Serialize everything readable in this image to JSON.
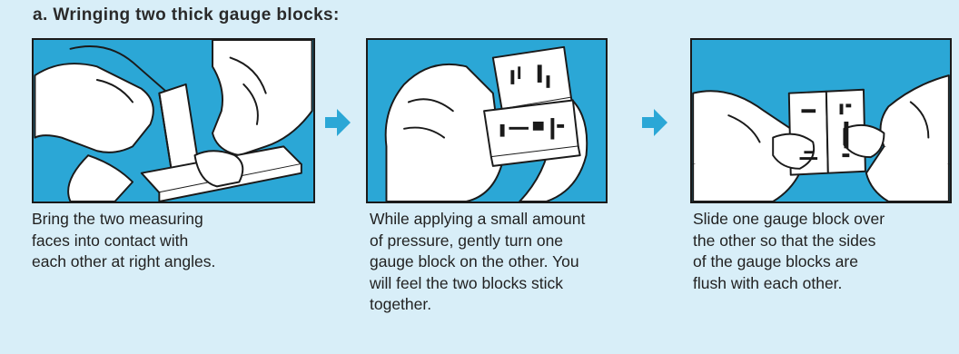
{
  "title": "a. Wringing two thick gauge blocks:",
  "steps": [
    {
      "caption_lines": [
        "Bring the two measuring",
        "faces into contact with",
        "each other at right angles."
      ]
    },
    {
      "caption_lines": [
        "While applying a small amount",
        "of pressure, gently turn one",
        "gauge block on the other. You",
        "will feel the two blocks stick",
        "together."
      ]
    },
    {
      "caption_lines": [
        "Slide one gauge block over",
        "the other so that the sides",
        "of the gauge blocks are",
        "flush with each other."
      ]
    }
  ],
  "colors": {
    "background": "#d8eef8",
    "panel_fill": "#2ba7d6",
    "arrow": "#2ba7d6",
    "outline": "#1a1a1a"
  },
  "icons": [
    "arrow-right-icon",
    "hand-illustration",
    "gauge-block-illustration"
  ]
}
